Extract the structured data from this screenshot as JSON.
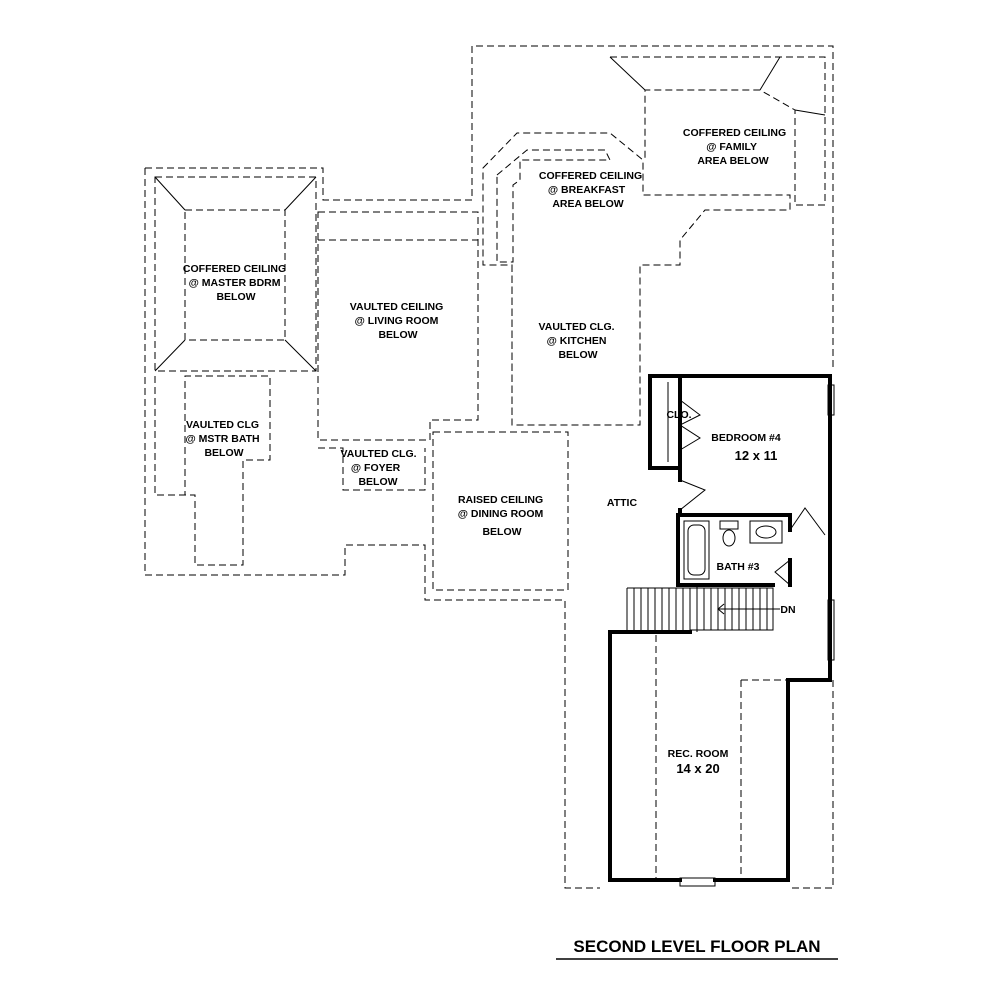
{
  "title": "SECOND LEVEL FLOOR PLAN",
  "rooms": {
    "coffered_master": [
      "COFFERED CEILING",
      "@ MASTER BDRM",
      "BELOW"
    ],
    "vaulted_living": [
      "VAULTED CEILING",
      "@ LIVING ROOM",
      "BELOW"
    ],
    "coffered_breakfast": [
      "COFFERED CEILING",
      "@ BREAKFAST",
      "AREA BELOW"
    ],
    "coffered_family": [
      "COFFERED CEILING",
      "@ FAMILY",
      "AREA BELOW"
    ],
    "vaulted_kitchen": [
      "VAULTED CLG.",
      "@ KITCHEN",
      "BELOW"
    ],
    "vaulted_mstr_bath": [
      "VAULTED CLG",
      "@ MSTR BATH",
      "BELOW"
    ],
    "vaulted_foyer": [
      "VAULTED CLG.",
      "@ FOYER",
      "BELOW"
    ],
    "raised_dining": [
      "RAISED CEILING",
      "@ DINING ROOM",
      "BELOW"
    ],
    "attic": "ATTIC",
    "closet": "CLO.",
    "bedroom4_name": "BEDROOM #4",
    "bedroom4_size": "12 x 11",
    "bath3": "BATH #3",
    "stair_dn": "DN",
    "rec_room_name": "REC. ROOM",
    "rec_room_size": "14 x 20"
  }
}
